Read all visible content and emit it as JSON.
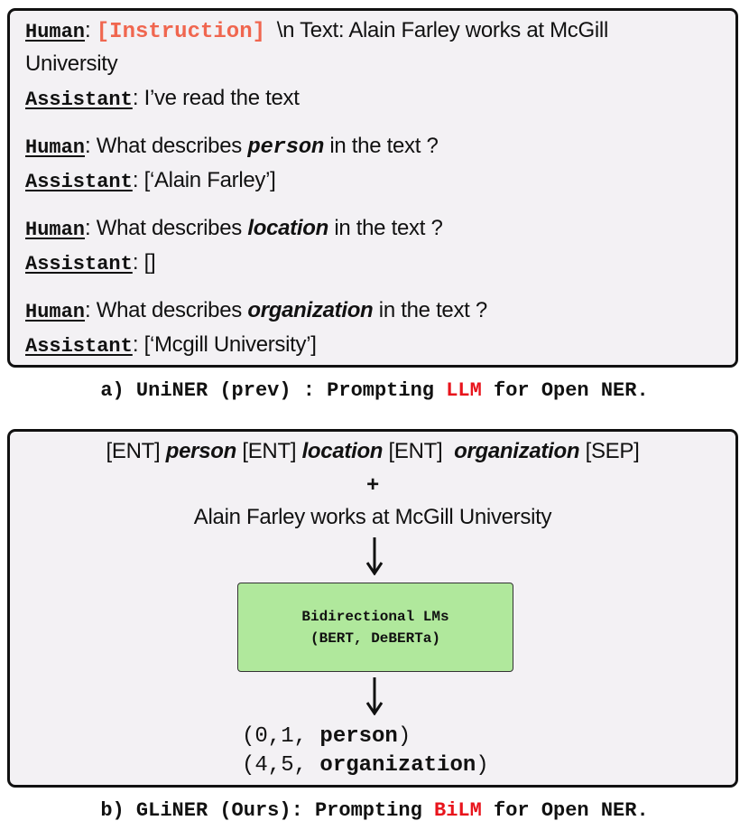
{
  "panel_a": {
    "caption": {
      "prefix": "a) UniNER (prev) : Prompting ",
      "highlight": "LLM",
      "suffix": " for Open NER."
    },
    "dialogue": [
      {
        "speaker": "Human",
        "sep": ": ",
        "instruction": "[Instruction]",
        "text": "  \\n Text: Alain Farley works at McGill",
        "text_cont": "University"
      },
      {
        "speaker": "Assistant",
        "sep": ": ",
        "text": "I’ve read the text"
      },
      {
        "speaker": "Human",
        "sep": ": ",
        "pre": "What describes ",
        "entity": "person",
        "post": " in the text ?"
      },
      {
        "speaker": "Assistant",
        "sep": ": ",
        "text": "[‘Alain Farley’]"
      },
      {
        "speaker": "Human",
        "sep": ": ",
        "pre": "What describes ",
        "entity": "location",
        "post": " in the text ?"
      },
      {
        "speaker": "Assistant",
        "sep": ": ",
        "text": "[]"
      },
      {
        "speaker": "Human",
        "sep": ": ",
        "pre": "What describes ",
        "entity": "organization",
        "post": " in the text ?"
      },
      {
        "speaker": "Assistant",
        "sep": ": ",
        "text": "[‘Mcgill University’]"
      }
    ]
  },
  "panel_b": {
    "caption": {
      "prefix": "b) GLiNER (Ours): Prompting ",
      "highlight": "BiLM",
      "suffix": " for Open NER."
    },
    "prompt": {
      "tok1": "[ENT] ",
      "ent1": "person",
      "tok2": " [ENT] ",
      "ent2": "location",
      "tok3": " [ENT]  ",
      "ent3": "organization",
      "tok4": " [SEP]"
    },
    "plus": "+",
    "input_text": "Alain Farley works at McGill University",
    "model": {
      "line1": "Bidirectional LMs",
      "line2": "(BERT, DeBERTa)"
    },
    "outputs": [
      {
        "open": "(0,1, ",
        "label": "person",
        "close": ")"
      },
      {
        "open": "(4,5, ",
        "label": "organization",
        "close": ")"
      }
    ]
  },
  "colors": {
    "instruction": "#f0664f",
    "highlight": "#e8141c",
    "panel_bg": "#f3f1f4",
    "model_box": "#b0e89c",
    "border": "#111111"
  }
}
